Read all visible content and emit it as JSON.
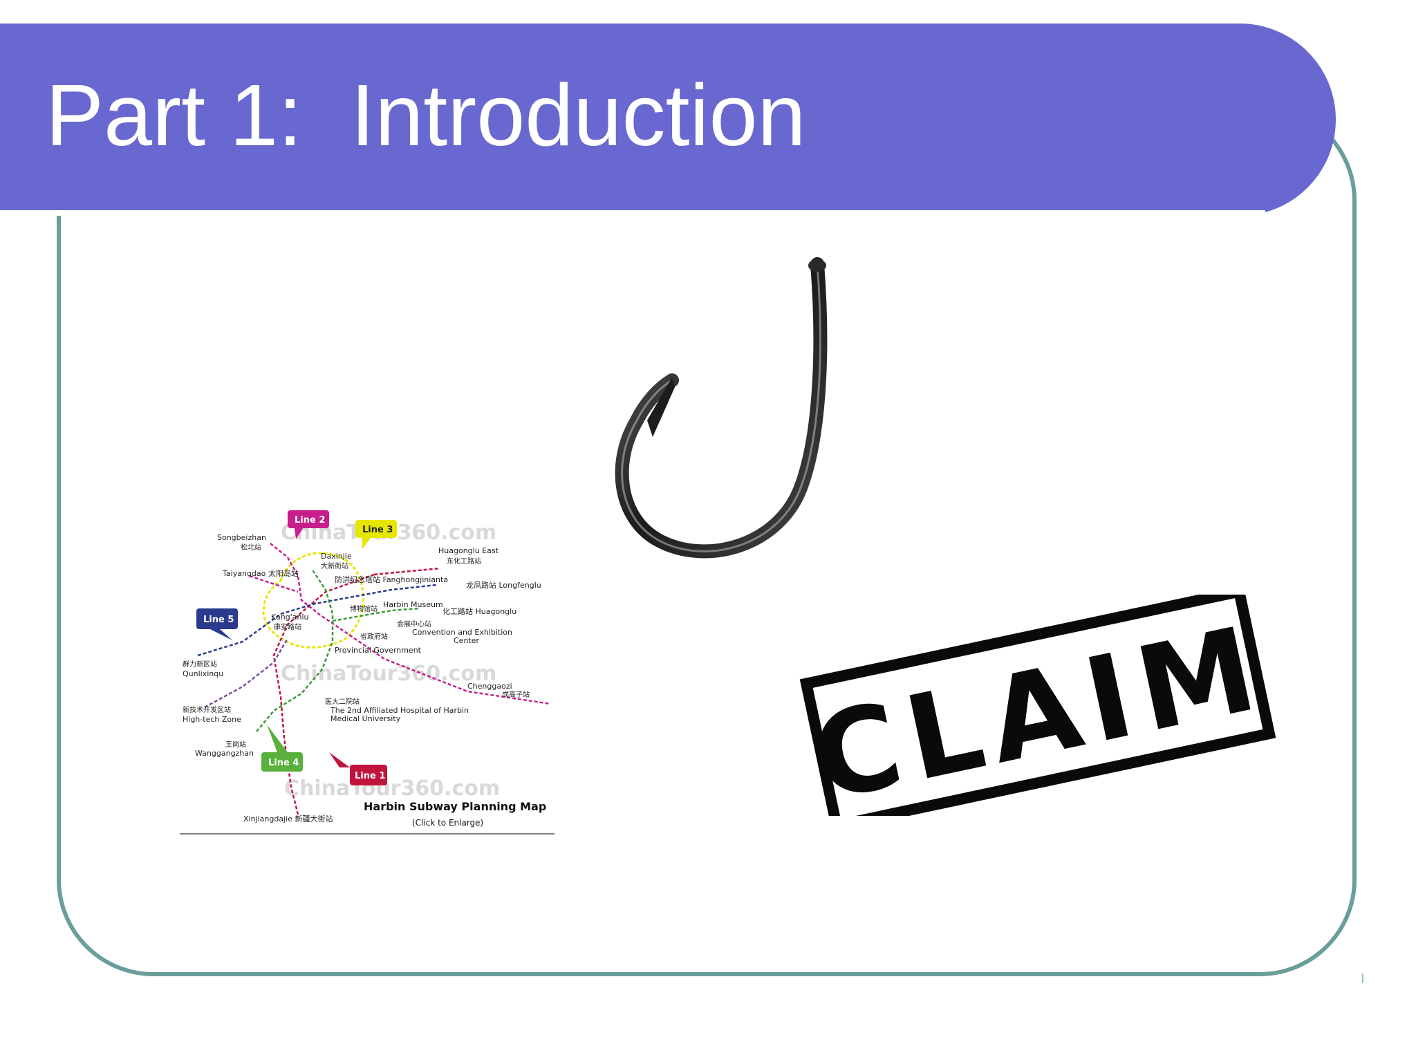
{
  "slide": {
    "title": "Part 1:  Introduction",
    "colors": {
      "banner": "#6868d0",
      "frame": "#6a9e9b",
      "title_text": "#ffffff"
    }
  },
  "map": {
    "watermark": "ChinaTour360.com",
    "title": "Harbin Subway Planning Map",
    "subtitle": "(Click to Enlarge)",
    "line_labels": {
      "line1": "Line 1",
      "line2": "Line 2",
      "line3": "Line 3",
      "line4": "Line 4",
      "line5": "Line 5"
    },
    "line_colors": {
      "line1": "#c0143c",
      "line2": "#c81e8c",
      "line3": "#e6e600",
      "line4": "#3a9a3a",
      "line5": "#2a3a8c"
    },
    "stations": {
      "songbeizhan": "Songbeizhan",
      "songbeizhan_zh": "松北站",
      "taiyangdao": "Taiyangdao 太阳岛站",
      "daxinjie": "Daxinjie",
      "daxinjie_zh": "大新街站",
      "huagonglu_east": "Huagonglu East",
      "huagonglu_east_zh": "东化工路站",
      "fanghongjinianta": "防洪纪念塔站 Fanghongjinianta",
      "longfenglu": "龙凤路站 Longfenglu",
      "harbin_museum": "Harbin Museum",
      "bowuguan_zh": "博物馆站",
      "huagonglu": "化工路站 Huagonglu",
      "kanganlu": "Kang'anlu",
      "kanganlu_zh": "康安路站",
      "huizhan_zh": "会展中心站",
      "convention": "Convention and Exhibition",
      "convention_2": "Center",
      "shengzhengfu_zh": "省政府站",
      "provincial_government": "Provincial Government",
      "qunlixinqu_zh": "群力新区站",
      "qunlixinqu": "Qunlixinqu",
      "chenggaozi": "Chenggaozi",
      "chenggaozi_zh": "成高子站",
      "yidaerjuan_zh": "医大二院站",
      "hospital": "The 2nd Affiliated Hospital of Harbin",
      "hospital_2": "Medical University",
      "hightech_zh": "新技术开发区站",
      "hightech": "High-tech Zone",
      "wanggang_zh": "王岗站",
      "wanggangzhan": "Wanggangzhan",
      "xinjiangdajie": "Xinjiangdajie  新疆大街站"
    }
  },
  "hook": {
    "icon": "fishing-hook-icon"
  },
  "stamp": {
    "text": "CLAIM"
  }
}
